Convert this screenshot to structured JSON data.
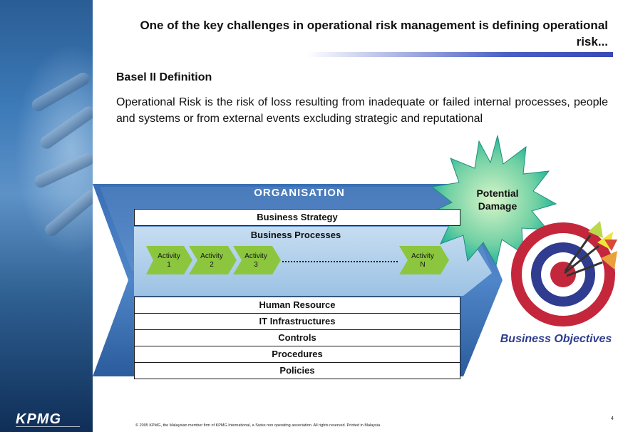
{
  "header": {
    "title": "One of the key challenges in operational risk management is defining operational risk..."
  },
  "definition": {
    "heading": "Basel II Definition",
    "body": "Operational Risk is the risk of loss resulting from inadequate or failed internal processes, people and systems or from external events excluding strategic and reputational"
  },
  "diagram": {
    "organisation_label": "ORGANISATION",
    "business_strategy": "Business Strategy",
    "business_processes": "Business Processes",
    "activities": [
      {
        "line1": "Activity",
        "line2": "1"
      },
      {
        "line1": "Activity",
        "line2": "2"
      },
      {
        "line1": "Activity",
        "line2": "3"
      },
      {
        "line1": "Activity",
        "line2": "N"
      }
    ],
    "resources": [
      "Human Resource",
      "IT Infrastructures",
      "Controls",
      "Procedures",
      "Policies"
    ],
    "potential_damage": "Potential Damage",
    "business_objectives": "Business Objectives"
  },
  "colors": {
    "organisation_arrow": "#2b5c9c",
    "process_band": "#a8cbe8",
    "activity_chevron": "#8cc63f",
    "starburst": "#21b59a",
    "target_red": "#c4273c",
    "target_blue": "#2f3c8f",
    "objectives_text": "#2e3c8e"
  },
  "footer": {
    "logo": "KPMG",
    "copyright": "© 2005 KPMG, the Malaysian member firm of KPMG International, a Swiss non operating association. All rights reserved. Printed in Malaysia.",
    "page_number": "4"
  }
}
